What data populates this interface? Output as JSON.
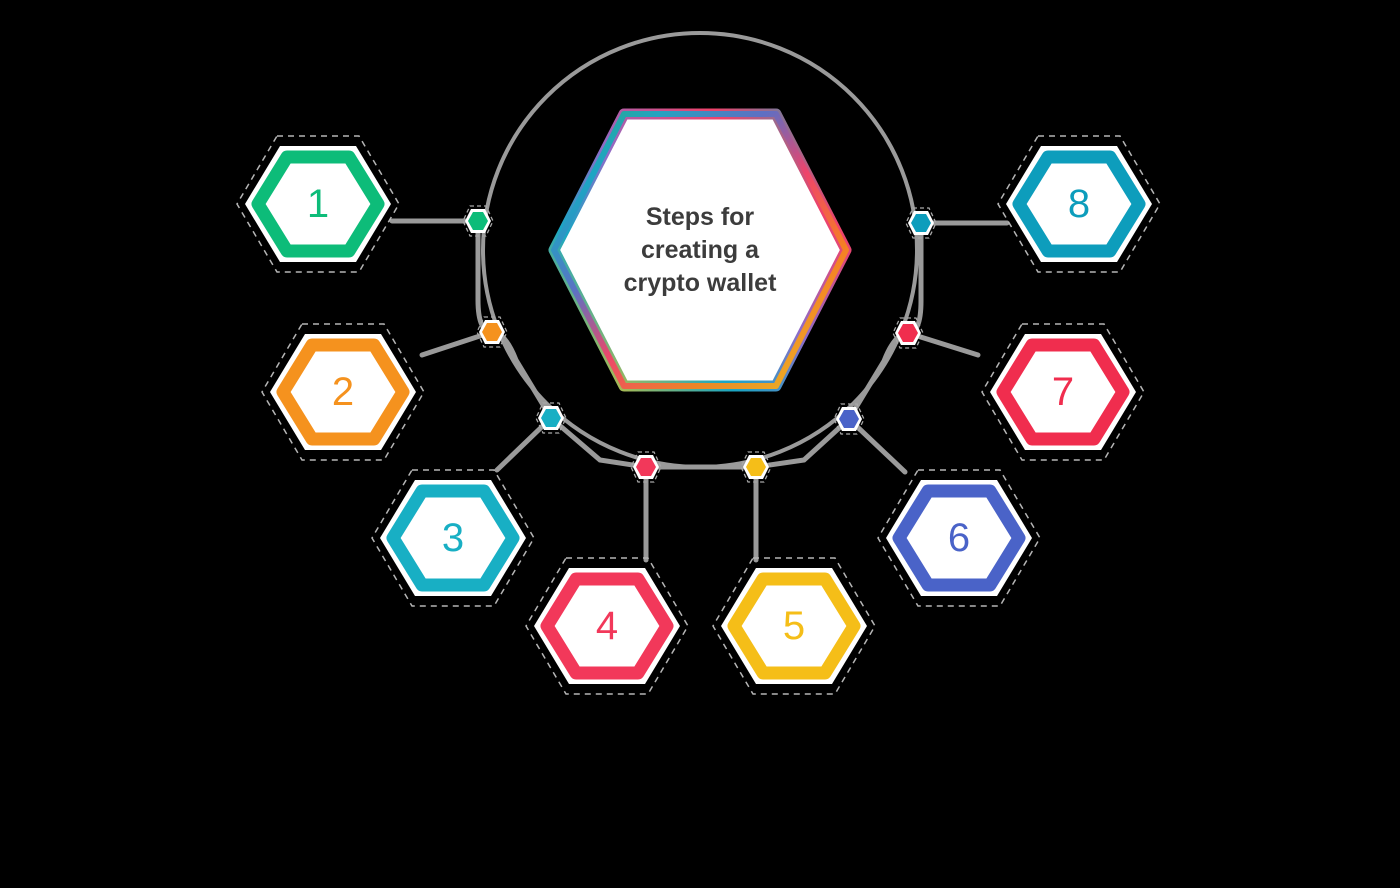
{
  "diagram": {
    "title": "Steps for creating a crypto wallet",
    "center": {
      "line1": "Steps for",
      "line2": "creating a",
      "line3": "crypto wallet",
      "text_color": "#3c3c3c",
      "border_gradient": [
        "#22b573",
        "#1aa6c4",
        "#5b6fc6",
        "#f0426a",
        "#f58220",
        "#f5c518"
      ]
    },
    "orbit_color": "#9a9a9a",
    "connector_color": "#9a9a9a",
    "dash_color": "#a8a8a8",
    "nodes": [
      {
        "number": "1",
        "color": "#0DBC79",
        "label": "",
        "label_pos": "left"
      },
      {
        "number": "2",
        "color": "#F5921E",
        "label": "",
        "label_pos": "left"
      },
      {
        "number": "3",
        "color": "#18AFC4",
        "label": "",
        "label_pos": "left"
      },
      {
        "number": "4",
        "color": "#F2385A",
        "label": "",
        "label_pos": "below"
      },
      {
        "number": "5",
        "color": "#F5BE18",
        "label": "",
        "label_pos": "below"
      },
      {
        "number": "6",
        "color": "#4A63C8",
        "label": "",
        "label_pos": "right"
      },
      {
        "number": "7",
        "color": "#F02D4E",
        "label": "",
        "label_pos": "right"
      },
      {
        "number": "8",
        "color": "#0D9DBC",
        "label": "",
        "label_pos": "right"
      }
    ]
  },
  "branding": {
    "left_name": "",
    "left_tagline": "",
    "right_name": ""
  }
}
